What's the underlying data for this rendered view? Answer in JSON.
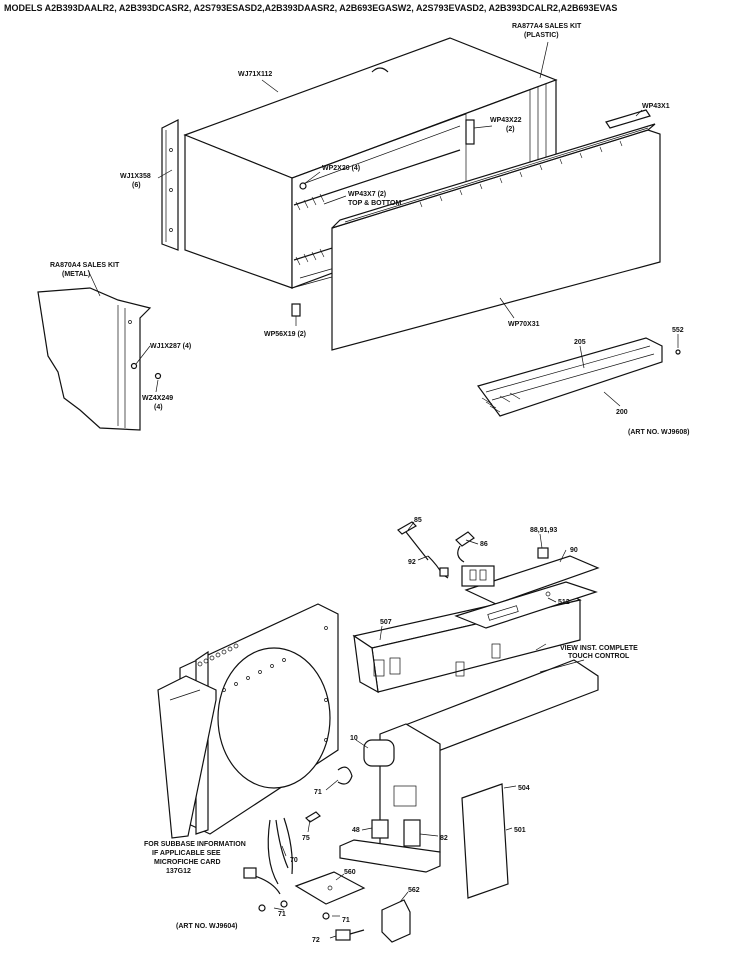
{
  "header": {
    "models": "MODELS A2B393DAALR2, A2B393DCASR2, A2S793ESASD2,A2B393DAASR2, A2B693EGASW2, A2S793EVASD2, A2B393DCALR2,A2B693EVAS"
  },
  "top_labels": {
    "wj71x112": "WJ71X112",
    "ra877a4_line1": "RA877A4 SALES KIT",
    "ra877a4_line2": "(PLASTIC)",
    "wp43x22_line1": "WP43X22",
    "wp43x22_line2": "(2)",
    "wp43x1": "WP43X1",
    "wp2x20": "WP2X20 (4)",
    "wp43x7_line1": "WP43X7 (2)",
    "wp43x7_line2": "TOP & BOTTOM",
    "wj1x358_line1": "WJ1X358",
    "wj1x358_line2": "(6)",
    "ra870a4_line1": "RA870A4 SALES KIT",
    "ra870a4_line2": "(METAL)",
    "wj1x287": "WJ1X287 (4)",
    "wz4x249_line1": "WZ4X249",
    "wz4x249_line2": "(4)",
    "wp56x19": "WP56X19 (2)",
    "wp70x31": "WP70X31",
    "n552": "552",
    "n205": "205",
    "n200": "200",
    "art_top": "(ART NO. WJ9608)"
  },
  "bottom_labels": {
    "n85": "85",
    "n86": "86",
    "n92": "92",
    "n88_91_93": "88,91,93",
    "n90": "90",
    "n507": "507",
    "n512": "512",
    "view_line1": "VIEW INST. COMPLETE",
    "view_line2": "TOUCH CONTROL",
    "n10": "10",
    "n71": "71",
    "n75": "75",
    "n70": "70",
    "n48": "48",
    "n82": "82",
    "n560": "560",
    "n562": "562",
    "n504": "504",
    "n501": "501",
    "n72": "72",
    "n71b": "71",
    "n71c": "71",
    "subbase_line1": "FOR SUBBASE INFORMATION",
    "subbase_line2": "IF APPLICABLE SEE",
    "subbase_line3": "MICROFICHE CARD",
    "subbase_line4": "137G12",
    "art_bottom": "(ART NO. WJ9604)"
  }
}
